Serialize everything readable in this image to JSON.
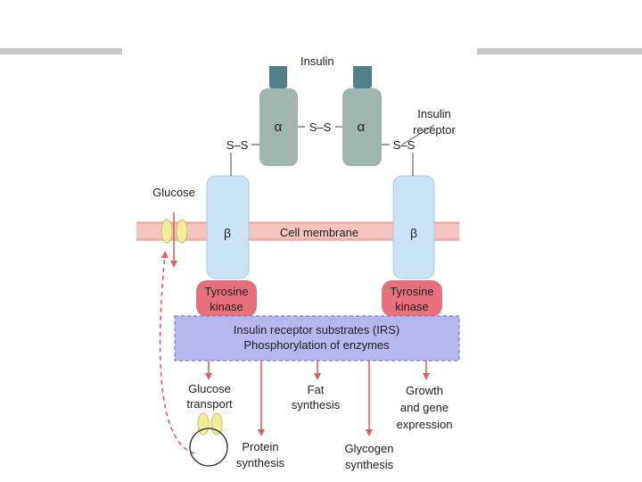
{
  "labels": {
    "insulin": "Insulin",
    "insulin_receptor_line1": "Insulin",
    "insulin_receptor_line2": "receptor",
    "alpha": "α",
    "beta": "β",
    "disulfide": "S–S",
    "disulfide_left": "S–S",
    "disulfide_right": "S–S",
    "glucose": "Glucose",
    "cell_membrane": "Cell membrane",
    "tyrosine_kinase_line1": "Tyrosine",
    "tyrosine_kinase_line2": "kinase",
    "irs_line1": "Insulin receptor substrates (IRS)",
    "irs_line2": "Phosphorylation of enzymes",
    "glucose_transport_line1": "Glucose",
    "glucose_transport_line2": "transport",
    "protein_synthesis_line1": "Protein",
    "protein_synthesis_line2": "synthesis",
    "fat_synthesis_line1": "Fat",
    "fat_synthesis_line2": "synthesis",
    "glycogen_synthesis_line1": "Glycogen",
    "glycogen_synthesis_line2": "synthesis",
    "growth_line1": "Growth",
    "growth_line2": "and gene",
    "growth_line3": "expression"
  },
  "colors": {
    "alpha_subunit": "#9fb5ad",
    "insulin": "#4f7f88",
    "beta_subunit": "#c9e2f4",
    "membrane": "#f6c3be",
    "tyrosine_kinase": "#e8707c",
    "irs_box": "#b6b6f0",
    "arrow": "#e06060",
    "glucose_channel": "#f2ec9a"
  }
}
